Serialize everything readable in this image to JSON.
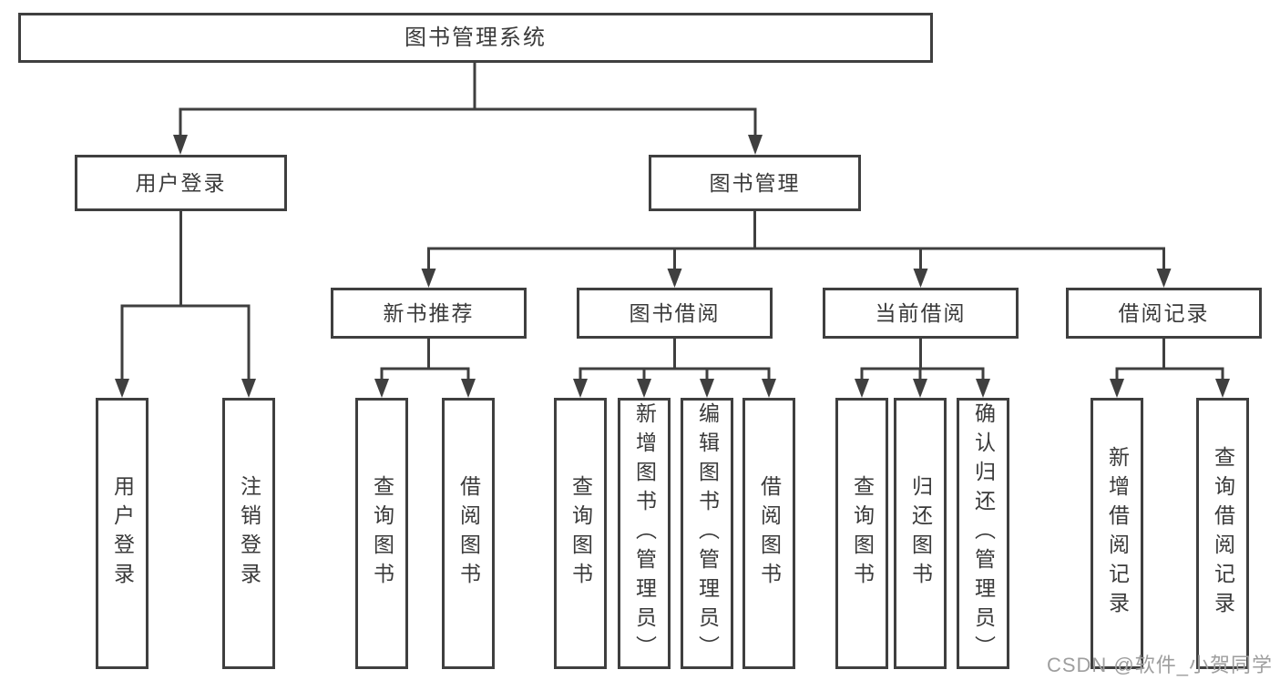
{
  "diagram": {
    "root": {
      "label": "图书管理系统"
    },
    "level2": {
      "user_login": "用户登录",
      "book_management": "图书管理"
    },
    "level3": {
      "new_book_recommend": "新书推荐",
      "book_borrow": "图书借阅",
      "current_borrow": "当前借阅",
      "borrow_record": "借阅记录"
    },
    "leaves": {
      "user_login": [
        "用户登录",
        "注销登录"
      ],
      "new_book_recommend": [
        "查询图书",
        "借阅图书"
      ],
      "book_borrow": [
        "查询图书",
        "新增图书（管理员）",
        "编辑图书（管理员）",
        "借阅图书"
      ],
      "current_borrow": [
        "查询图书",
        "归还图书",
        "确认归还（管理员）"
      ],
      "borrow_record": [
        "新增借阅记录",
        "查询借阅记录"
      ]
    },
    "watermark": "CSDN @软件_小贺同学"
  },
  "colors": {
    "line": "#3f3f3f",
    "text": "#3a3a3a",
    "watermark": "#9e9e9e",
    "background": "#ffffff"
  }
}
